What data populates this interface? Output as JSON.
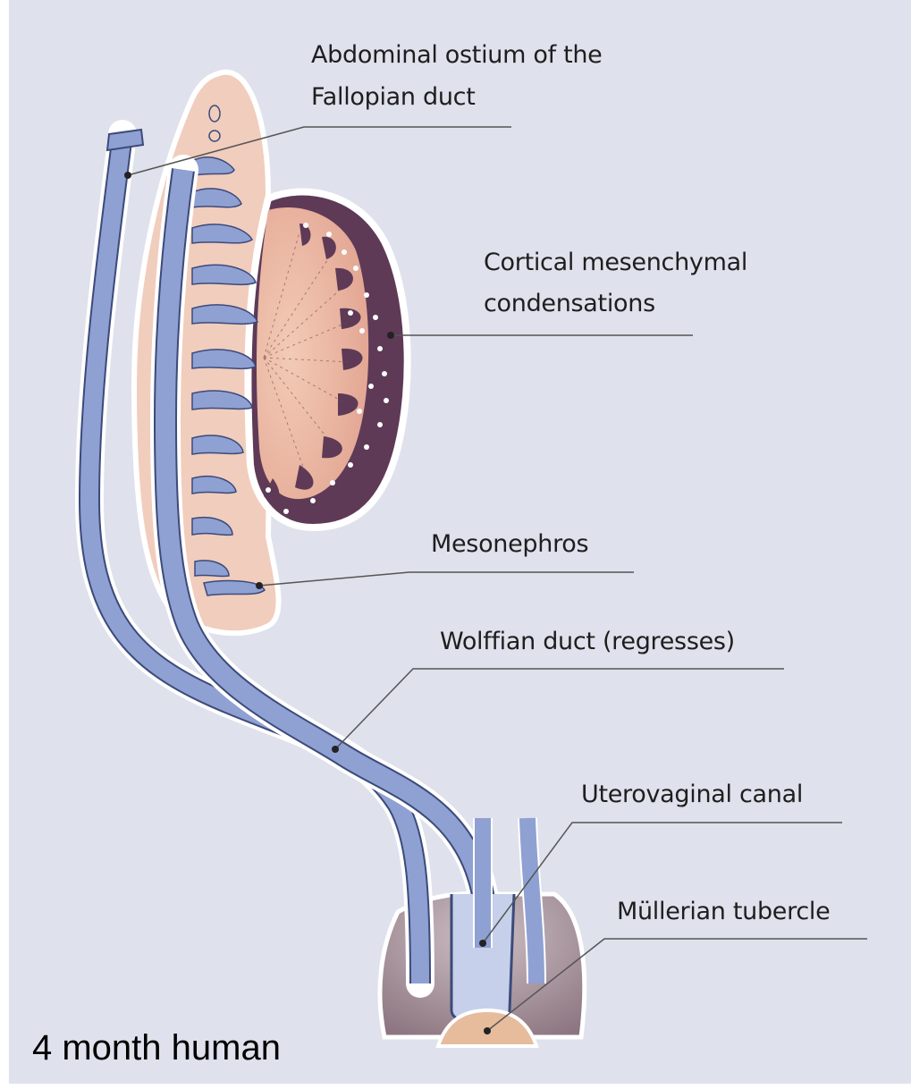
{
  "caption": "4 month human",
  "labels": {
    "abdominal_ostium_line1": "Abdominal ostium of the",
    "abdominal_ostium_line2": "Fallopian duct",
    "cortical_line1": "Cortical mesenchymal",
    "cortical_line2": "condensations",
    "mesonephros": "Mesonephros",
    "wolffian_duct": "Wolffian duct (regresses)",
    "uterovaginal_canal": "Uterovaginal canal",
    "mullerian_tubercle": "Müllerian tubercle"
  },
  "colors": {
    "background": "#dfe1ec",
    "duct": "#8fa0d2",
    "duct_outline": "#3c4a7a",
    "mesonephros": "#f1cdbd",
    "ovary_medulla": "#e8b6a2",
    "ovary_cortex": "#5e3a57",
    "sinus_tissue": "#9c8991",
    "tubercle": "#e6bc9c"
  }
}
